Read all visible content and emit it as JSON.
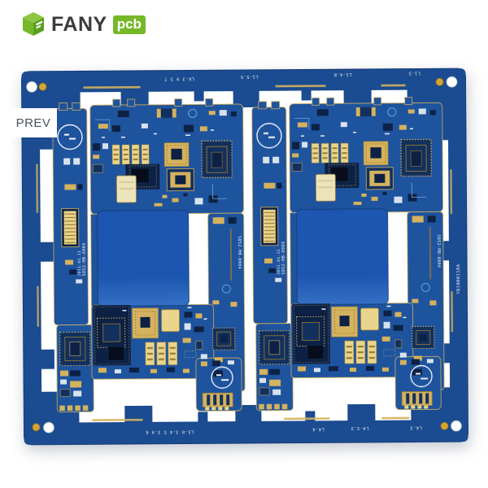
{
  "brand": {
    "name": "FANY",
    "badge_label": "pcb",
    "icon": "cube-box-icon",
    "colors": {
      "green": "#76b82a",
      "green_light": "#8dc63f",
      "green_dark": "#5a9e1f",
      "text": "#3b3b3c",
      "badge_text": "#ffffff"
    }
  },
  "carousel": {
    "prev_label": "PREV"
  },
  "pcb": {
    "board_count": 2,
    "panel_markings": {
      "top_rail": [
        "L6-3 9 3 7",
        "L1-5.5",
        "L1-4.8",
        "L1-5"
      ],
      "bottom_rail": [
        "L5-0 3.4 5 3.4 6",
        "L4-4",
        "L4-3.3",
        "L4-3"
      ],
      "right_rail_vertical": "YB1000118A",
      "board_label": "5052-MB-8004",
      "board_date": "2011.01.11"
    },
    "colors": {
      "background": "#ffffff",
      "rail_blue": "#1b4b90",
      "board_blue": "#1e539e",
      "board_blue_dark": "#123a72",
      "deep_blue": "#12305e",
      "battery_blue": "#1d56b0",
      "battery_blue_light": "#3570c4",
      "gold": "#d4b25e",
      "gold_bright": "#e9d58c",
      "gold_dark": "#9a7c30",
      "cream": "#ebe3ba",
      "cream_dark": "#d9cc96",
      "navy": "#0d2145",
      "ic_black": "#070d1c",
      "trace_blue": "#6fa8d4",
      "silkscreen": "#e7edf4",
      "pale": "#d7e2ee",
      "fiducial_gold": "#d4a534"
    }
  }
}
